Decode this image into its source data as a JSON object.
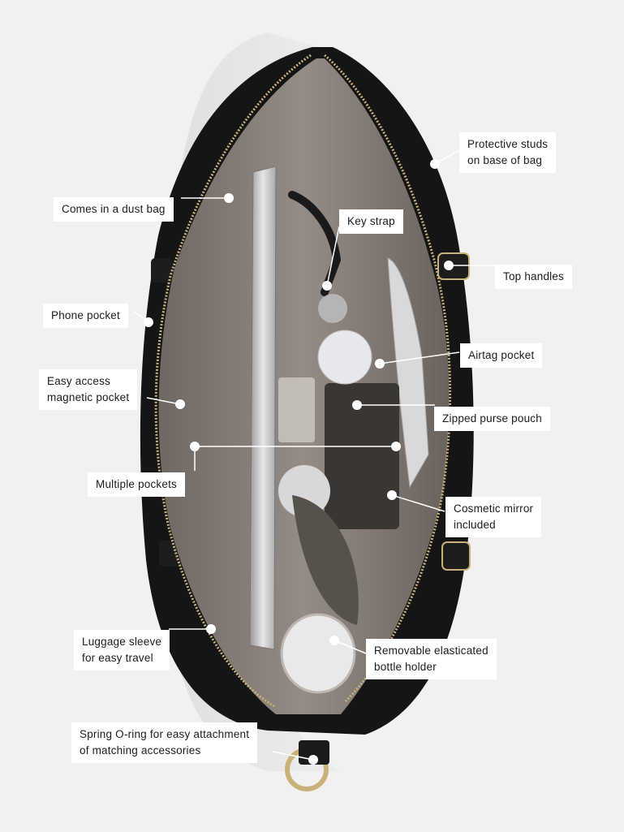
{
  "image": {
    "subject": "Open black tote bag viewed from above showing interior compartments",
    "background_color": "#f1f1f1",
    "bag_color": "#151515",
    "lining_color": "#8a8079",
    "hardware_color": "#c9b27a"
  },
  "callouts": {
    "protective_studs": {
      "line1": "Protective studs",
      "line2": "on base of bag"
    },
    "dust_bag": {
      "line1": "Comes in a dust bag"
    },
    "key_strap": {
      "line1": "Key strap"
    },
    "top_handles": {
      "line1": "Top handles"
    },
    "phone_pocket": {
      "line1": "Phone pocket"
    },
    "airtag_pocket": {
      "line1": "Airtag pocket"
    },
    "magnetic_pocket": {
      "line1": "Easy access",
      "line2": "magnetic pocket"
    },
    "purse_pouch": {
      "line1": "Zipped purse pouch"
    },
    "multiple_pockets": {
      "line1": "Multiple pockets"
    },
    "cosmetic_mirror": {
      "line1": "Cosmetic mirror",
      "line2": "included"
    },
    "luggage_sleeve": {
      "line1": "Luggage sleeve",
      "line2": "for easy travel"
    },
    "bottle_holder": {
      "line1": "Removable elasticated",
      "line2": "bottle holder"
    },
    "o_ring": {
      "line1": "Spring O-ring for easy attachment",
      "line2": "of matching accessories"
    }
  }
}
